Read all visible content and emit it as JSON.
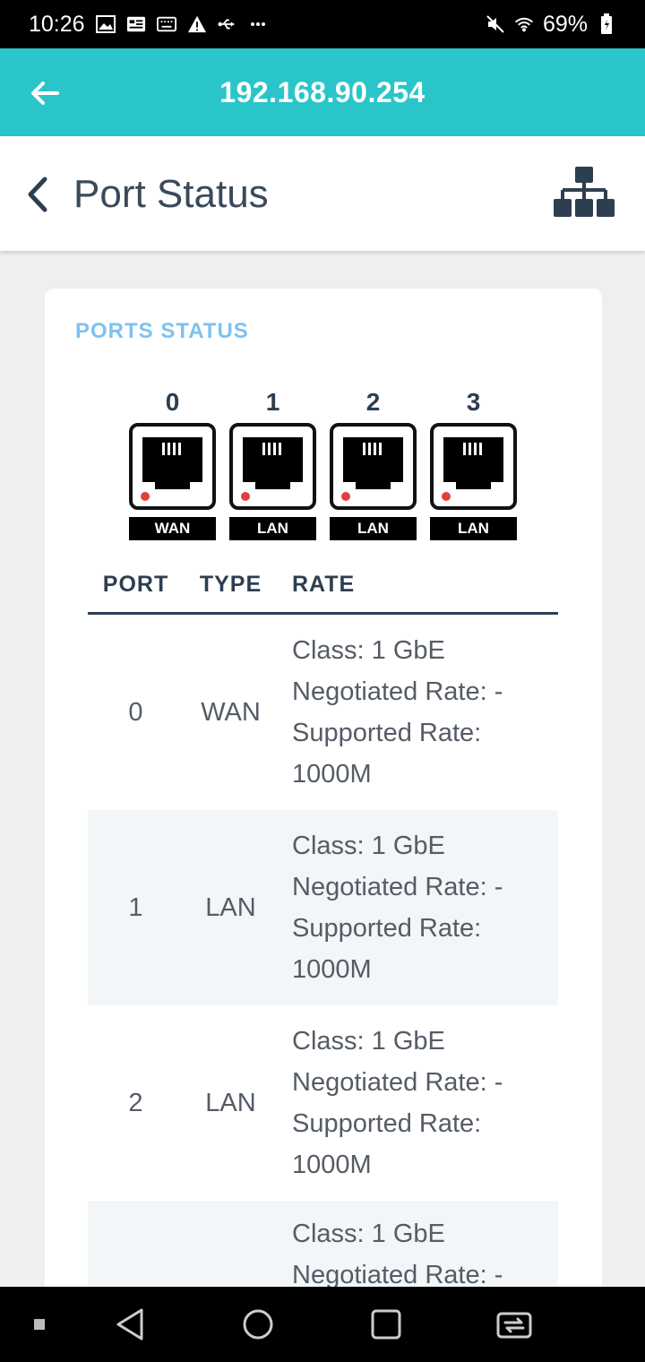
{
  "status_bar": {
    "time": "10:26",
    "battery": "69%"
  },
  "app_bar": {
    "title": "192.168.90.254"
  },
  "sub_header": {
    "title": "Port Status"
  },
  "card": {
    "heading": "PORTS STATUS",
    "ports": [
      {
        "number": "0",
        "type": "WAN"
      },
      {
        "number": "1",
        "type": "LAN"
      },
      {
        "number": "2",
        "type": "LAN"
      },
      {
        "number": "3",
        "type": "LAN"
      }
    ],
    "table": {
      "headers": {
        "port": "PORT",
        "type": "TYPE",
        "rate": "RATE"
      },
      "rows": [
        {
          "port": "0",
          "type": "WAN",
          "class": "Class: 1 GbE",
          "negotiated": "Negotiated Rate: -",
          "supported": "Supported Rate:",
          "supported_value": "1000M"
        },
        {
          "port": "1",
          "type": "LAN",
          "class": "Class: 1 GbE",
          "negotiated": "Negotiated Rate: -",
          "supported": "Supported Rate:",
          "supported_value": "1000M"
        },
        {
          "port": "2",
          "type": "LAN",
          "class": "Class: 1 GbE",
          "negotiated": "Negotiated Rate: -",
          "supported": "Supported Rate:",
          "supported_value": "1000M"
        },
        {
          "port": "",
          "type": "",
          "class": "Class: 1 GbE",
          "negotiated": "Negotiated Rate: -",
          "supported": "",
          "supported_value": ""
        }
      ]
    }
  },
  "colors": {
    "app_bar": "#2ac5c9",
    "heading": "#7cc2f0",
    "link_dot": "#e04040"
  }
}
